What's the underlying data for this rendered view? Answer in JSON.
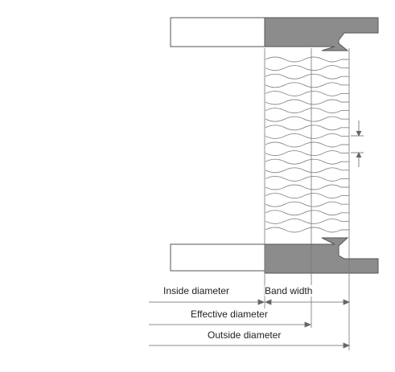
{
  "colors": {
    "housing_fill": "#8c8c8c",
    "housing_stroke": "#555555",
    "shaft_fill": "#ffffff",
    "line": "#666666",
    "spring_line": "#888888",
    "text": "#222222"
  },
  "labels": {
    "inside_diameter": "Inside diameter",
    "band_width": "Band width",
    "effective_diameter": "Effective diameter",
    "outside_diameter": "Outside diameter"
  }
}
